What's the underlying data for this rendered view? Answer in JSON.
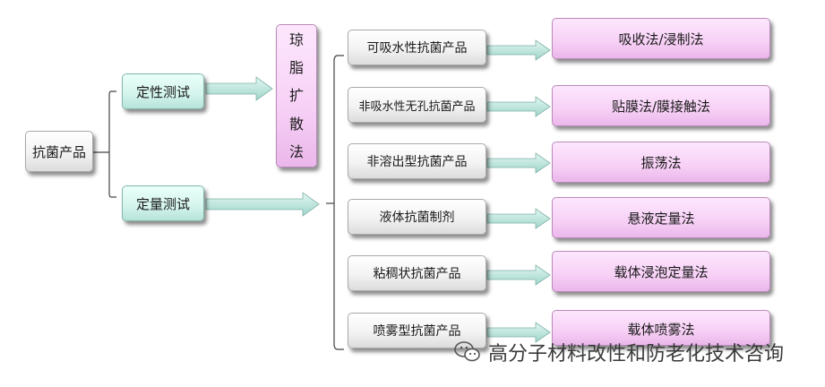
{
  "root": {
    "label": "抗菌产品"
  },
  "tests": [
    {
      "label": "定性测试"
    },
    {
      "label": "定量测试"
    }
  ],
  "agar_method": {
    "chars": [
      "琼",
      "脂",
      "扩",
      "散",
      "法"
    ]
  },
  "products": [
    {
      "label": "可吸水性抗菌产品",
      "method": "吸收法/浸制法"
    },
    {
      "label": "非吸水性无孔抗菌产品",
      "method": "贴膜法/膜接触法"
    },
    {
      "label": "非溶出型抗菌产品",
      "method": "振荡法"
    },
    {
      "label": "液体抗菌制剂",
      "method": "悬液定量法"
    },
    {
      "label": "粘稠状抗菌产品",
      "method": "载体浸泡定量法"
    },
    {
      "label": "喷雾型抗菌产品",
      "method": "载体喷雾法"
    }
  ],
  "watermark": {
    "text": "高分子材料改性和防老化技术咨询",
    "icon": "wechat-icon"
  },
  "colors": {
    "test_box": "#d3f4ec",
    "method_box": "#f7d0f6",
    "product_box": "#f3f3f3",
    "arrow": "#a9ddd2"
  }
}
